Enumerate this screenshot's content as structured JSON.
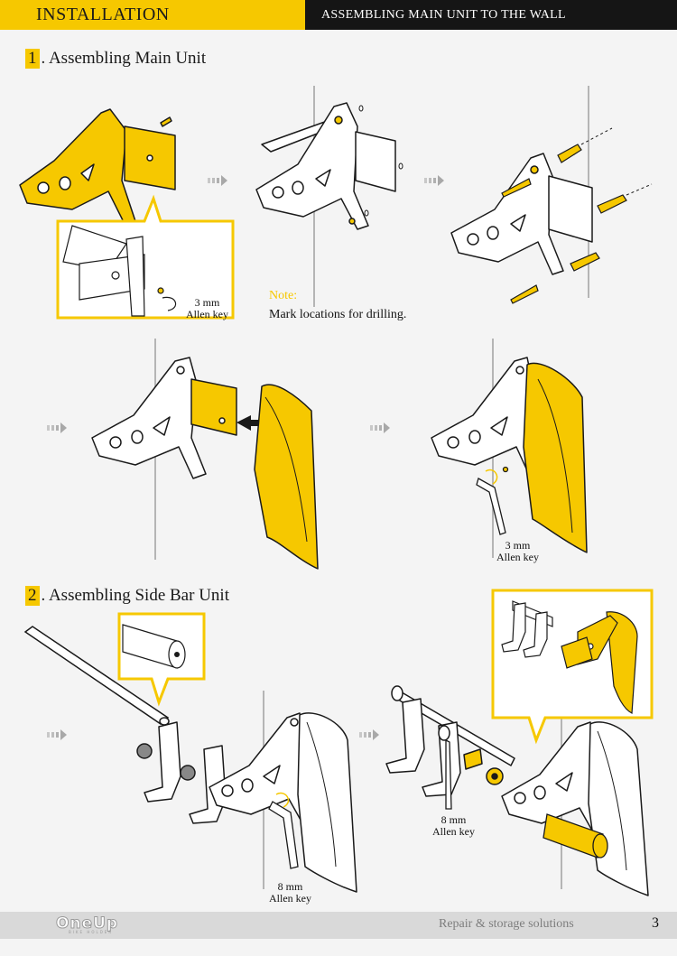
{
  "header": {
    "section_tab": "INSTALLATION",
    "page_topic": "ASSEMBLING MAIN UNIT TO THE WALL"
  },
  "section1": {
    "number": "1",
    "title": ". Assembling Main Unit",
    "callout_caption_line1": "3 mm",
    "callout_caption_line2": "Allen key",
    "note_title": "Note:",
    "note_text": "Mark locations for drilling.",
    "step4_caption_line1": "3 mm",
    "step4_caption_line2": "Allen key"
  },
  "section2": {
    "number": "2",
    "title": ". Assembling Side Bar Unit",
    "step1_caption_line1": "8 mm",
    "step1_caption_line2": "Allen key",
    "step2_caption_line1": "8 mm",
    "step2_caption_line2": "Allen key"
  },
  "footer": {
    "brand": "OneUp",
    "brand_sub": "BIKE HOLDER",
    "tagline": "Repair & storage solutions",
    "page_number": "3"
  },
  "colors": {
    "accent_yellow": "#f6c800",
    "header_dark": "#151515",
    "line": "#1a1a1a",
    "wall_line": "#b5b5b5",
    "footer_bg": "#d9d9d9"
  },
  "icons": [
    "flow-arrow-icon",
    "push-arrow-icon",
    "zoom-callout-icon"
  ]
}
